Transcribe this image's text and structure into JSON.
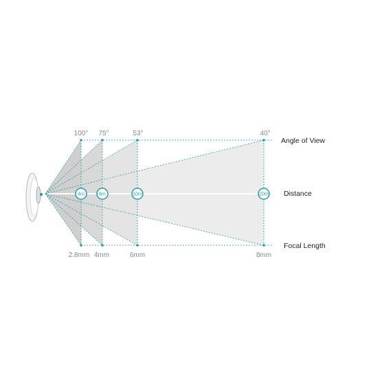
{
  "labels": {
    "angle_of_view": "Angle of View",
    "distance": "Distance",
    "focal_length": "Focal Length"
  },
  "cones": [
    {
      "angle": "100°",
      "distance": "4m",
      "focal": "2.8mm"
    },
    {
      "angle": "75°",
      "distance": "6m",
      "focal": "4mm"
    },
    {
      "angle": "53°",
      "distance": "10m",
      "focal": "6mm"
    },
    {
      "angle": "40°",
      "distance": "20m",
      "focal": "8mm"
    }
  ],
  "colors": {
    "accent": "#2a9aa6",
    "cone_fill": "#d9d9d9",
    "label_gray": "#8a8a8a",
    "text_dark": "#222222"
  },
  "icons": {
    "camera": "camera-dome-icon"
  }
}
